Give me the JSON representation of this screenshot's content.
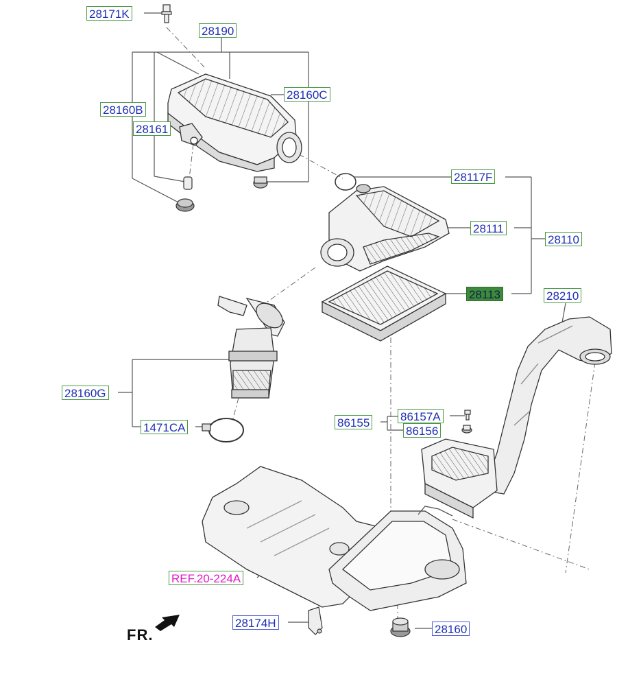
{
  "diagram": {
    "title": "Air Cleaner Assembly",
    "labels": {
      "p28171K": "28171K",
      "p28190": "28190",
      "p28160C": "28160C",
      "p28160B": "28160B",
      "p28161": "28161",
      "p28117F": "28117F",
      "p28111": "28111",
      "p28110": "28110",
      "p28113": "28113",
      "p28210": "28210",
      "p28160G": "28160G",
      "p1471CA": "1471CA",
      "p86155": "86155",
      "p86157A": "86157A",
      "p86156": "86156",
      "ref": "REF.20-224A",
      "p28174H": "28174H",
      "p28160": "28160"
    },
    "direction": "FR."
  },
  "colors": {
    "label_border": "#4a9a44",
    "label_text": "#1f2fb4",
    "highlight_fill": "#3d8a3a",
    "reference_text": "#e018c8",
    "line": "#555555"
  }
}
